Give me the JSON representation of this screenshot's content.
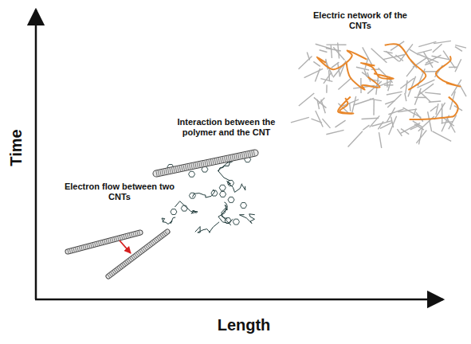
{
  "diagram": {
    "labels": [
      "Time",
      "Length",
      "Electric network of the CNTs",
      "Interaction between the polymer and the CNT",
      "Electron flow between two CNTs"
    ]
  }
}
